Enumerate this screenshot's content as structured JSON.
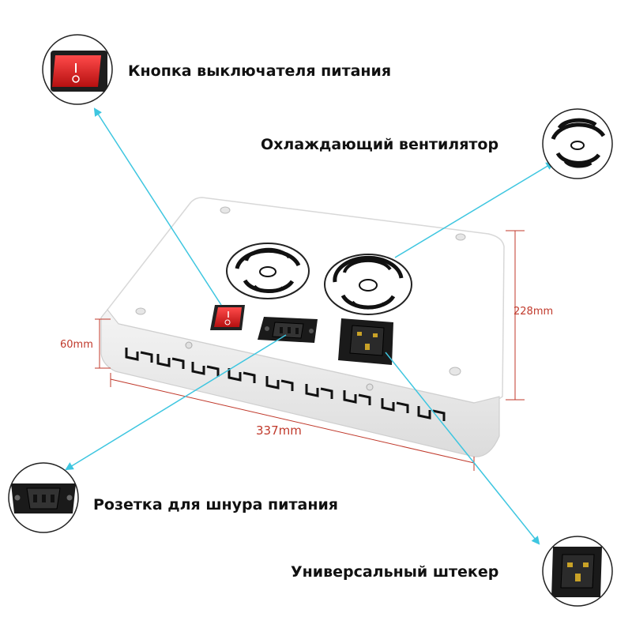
{
  "callouts": {
    "power_switch": "Кнопка выключателя питания",
    "cooling_fan": "Охлаждающий вентилятор",
    "power_socket": "Розетка для шнура питания",
    "universal_plug": "Универсальный штекер"
  },
  "dimensions": {
    "height": "60mm",
    "depth": "228mm",
    "length": "337mm"
  },
  "colors": {
    "arrow": "#3ec6e0",
    "dimension_line": "#c0392b",
    "switch_red": "#d81e1e",
    "panel_black": "#1a1a1a"
  }
}
